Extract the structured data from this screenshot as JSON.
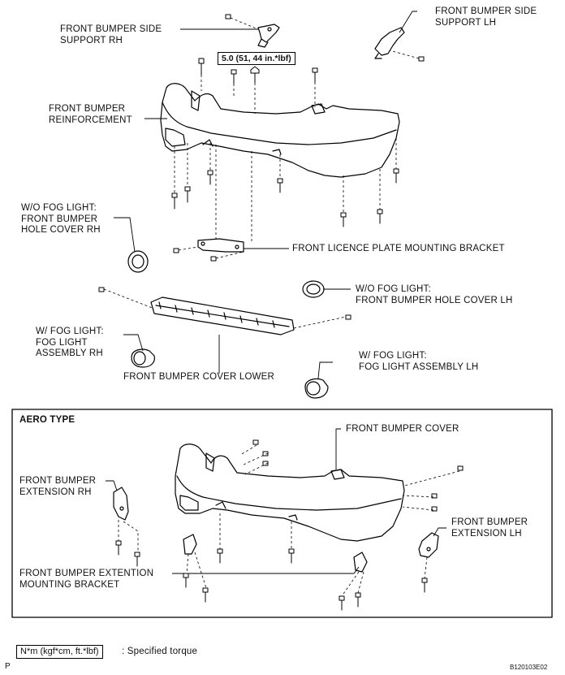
{
  "labels": {
    "side_support_rh": "FRONT BUMPER SIDE\nSUPPORT RH",
    "side_support_lh": "FRONT BUMPER SIDE\nSUPPORT LH",
    "torque": "5.0 (51, 44 in.*lbf)",
    "reinforcement": "FRONT BUMPER\nREINFORCEMENT",
    "hole_cover_rh": "W/O FOG LIGHT:\nFRONT BUMPER\nHOLE COVER RH",
    "licence_bracket": "FRONT LICENCE PLATE MOUNTING BRACKET",
    "hole_cover_lh": "W/O FOG LIGHT:\nFRONT BUMPER HOLE COVER LH",
    "fog_light_rh": "W/ FOG LIGHT:\nFOG LIGHT\nASSEMBLY RH",
    "cover_lower": "FRONT BUMPER COVER LOWER",
    "fog_light_lh": "W/ FOG LIGHT:\nFOG LIGHT ASSEMBLY LH",
    "aero_type": "AERO TYPE",
    "bumper_cover": "FRONT BUMPER COVER",
    "extension_rh": "FRONT BUMPER\nEXTENSION RH",
    "extension_lh": "FRONT BUMPER\nEXTENSION LH",
    "extension_bracket": "FRONT BUMPER EXTENTION\nMOUNTING BRACKET"
  },
  "legend": {
    "box": "N*m (kgf*cm, ft.*lbf)",
    "text": ": Specified torque"
  },
  "footer": {
    "page_mark": "P",
    "figure_code": "B120103E02"
  }
}
